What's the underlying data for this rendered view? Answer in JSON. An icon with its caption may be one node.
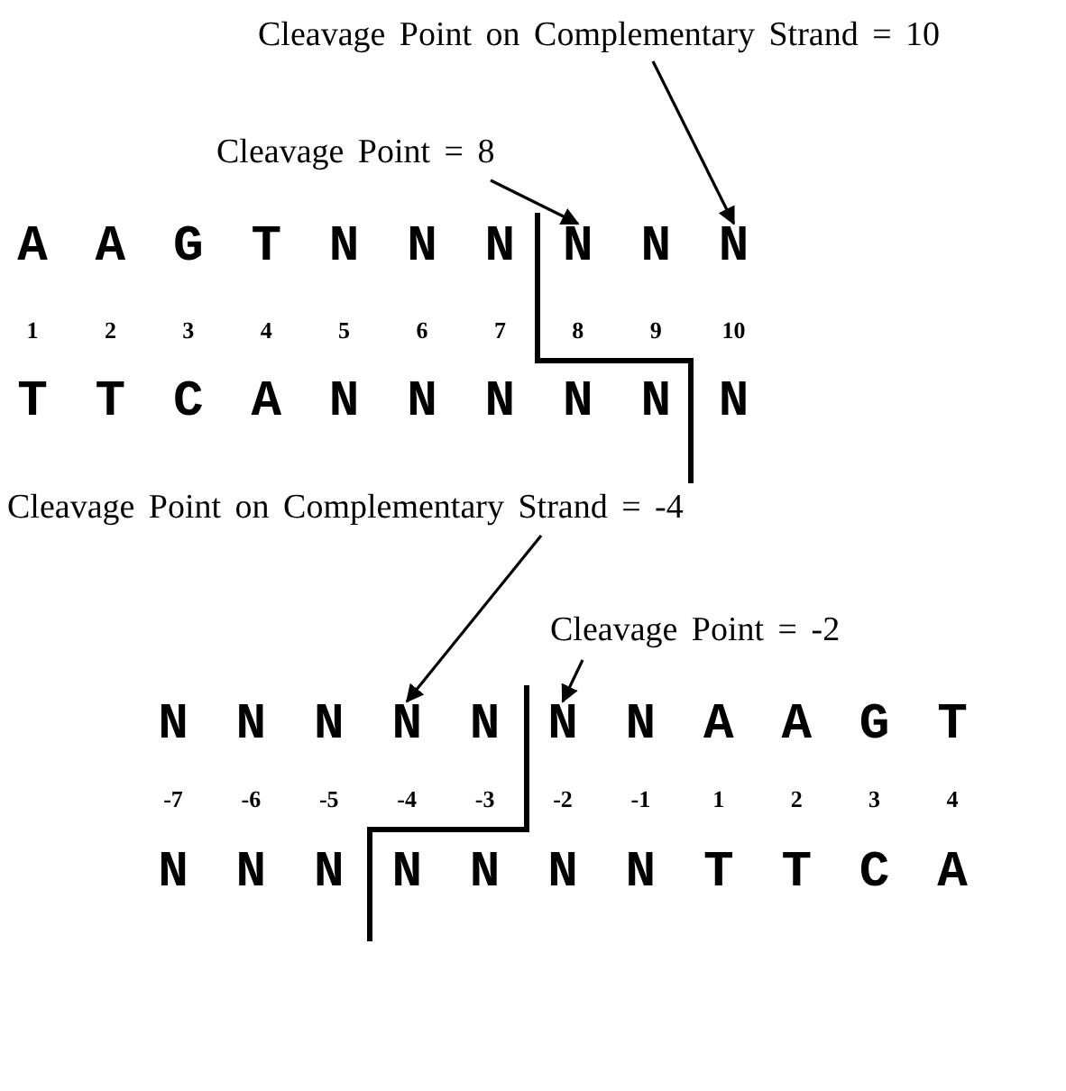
{
  "diagram": {
    "nodes": [
      {
        "text": [
          "Cleavage Point on Complementary Strand = 10"
        ]
      },
      {
        "text": [
          "Cleavage Point = 8"
        ]
      },
      {
        "text": [
          "N"
        ]
      },
      {
        "text": [
          "N"
        ]
      },
      {
        "text": [
          "Cleavage Point on Complementary Strand = -4"
        ]
      },
      {
        "text": [
          "Cleavage Point = -2"
        ]
      },
      {
        "text": [
          "N"
        ]
      },
      {
        "text": [
          "N"
        ]
      }
    ],
    "edges": [
      {
        "from": 0,
        "to": 3,
        "arrow": "to"
      },
      {
        "from": 1,
        "to": 2,
        "arrow": "to"
      },
      {
        "from": 4,
        "to": 6,
        "arrow": "to"
      },
      {
        "from": 5,
        "to": 7,
        "arrow": "to"
      }
    ],
    "labels": [
      "A",
      "A",
      "G",
      "T",
      "N",
      "N",
      "N",
      "N",
      "1",
      "2",
      "3",
      "4",
      "5",
      "6",
      "7",
      "8",
      "9",
      "10",
      "T",
      "T",
      "C",
      "A",
      "N",
      "N",
      "N",
      "N",
      "N",
      "N",
      "N",
      "N",
      "N",
      "N",
      "N",
      "A",
      "A",
      "G",
      "T",
      "-7",
      "-6",
      "-5",
      "-4",
      "-3",
      "-2",
      "-1",
      "1",
      "2",
      "3",
      "4",
      "N",
      "N",
      "N",
      "N",
      "N",
      "N",
      "N",
      "T",
      "T",
      "C",
      "A"
    ]
  }
}
